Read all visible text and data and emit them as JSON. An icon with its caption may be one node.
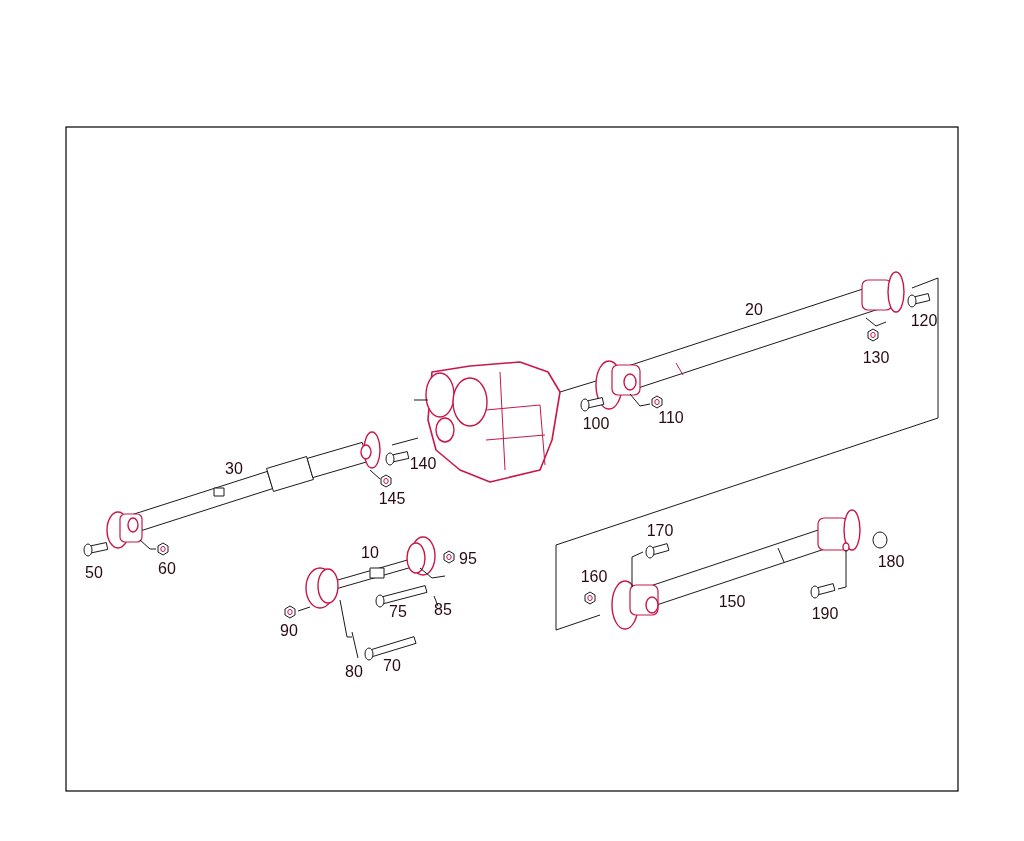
{
  "diagram": {
    "labels": [
      "20",
      "120",
      "130",
      "110",
      "100",
      "140",
      "30",
      "145",
      "170",
      "10",
      "95",
      "180",
      "60",
      "50",
      "160",
      "150",
      "85",
      "190",
      "75",
      "90",
      "70",
      "80"
    ]
  }
}
